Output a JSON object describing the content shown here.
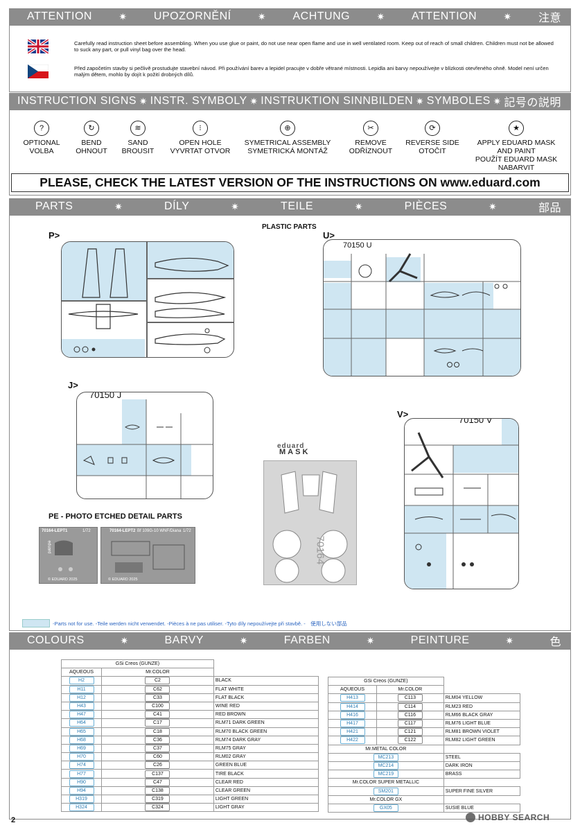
{
  "attention_bar": [
    "ATTENTION",
    "UPOZORNĚNÍ",
    "ACHTUNG",
    "ATTENTION",
    "注意"
  ],
  "warnings": {
    "en": "Carefully read instruction sheet before assembling. When you use glue or paint, do not use near open flame and use in well ventilated room. Keep out of reach of small children. Children must not be allowed to suck any part, or pull vinyl bag over the head.",
    "cz": "Před započetím stavby si pečlivě prostudujte stavební návod. Při používání barev a lepidel pracujte v dobře větrané místnosti. Lepidla ani barvy nepoužívejte v blízkosti otevřeného ohně. Model není určen malým dětem, mohlo by dojít k požití drobných dílů."
  },
  "signs_bar": [
    "INSTRUCTION SIGNS",
    "INSTR. SYMBOLY",
    "INSTRUKTION SINNBILDEN",
    "SYMBOLES",
    "記号の説明"
  ],
  "signs": [
    {
      "l1": "OPTIONAL",
      "l2": "VOLBA",
      "l3": "",
      "l4": "",
      "glyph": "?"
    },
    {
      "l1": "BEND",
      "l2": "OHNOUT",
      "l3": "",
      "l4": "",
      "glyph": "↻"
    },
    {
      "l1": "SAND",
      "l2": "BROUSIT",
      "l3": "",
      "l4": "",
      "glyph": "≋"
    },
    {
      "l1": "OPEN HOLE",
      "l2": "VYVRTAT OTVOR",
      "l3": "",
      "l4": "",
      "glyph": "⁝"
    },
    {
      "l1": "SYMETRICAL ASSEMBLY",
      "l2": "SYMETRICKÁ MONTÁŽ",
      "l3": "",
      "l4": "",
      "glyph": "⊕"
    },
    {
      "l1": "REMOVE",
      "l2": "ODŘÍZNOUT",
      "l3": "",
      "l4": "",
      "glyph": "✂"
    },
    {
      "l1": "REVERSE SIDE",
      "l2": "OTOČIT",
      "l3": "",
      "l4": "",
      "glyph": "⟳"
    },
    {
      "l1": "APPLY EDUARD MASK",
      "l2": "AND PAINT",
      "l3": "POUŽÍT EDUARD MASK",
      "l4": "NABARVIT",
      "glyph": "★"
    }
  ],
  "check_notice": "PLEASE, CHECK THE LATEST VERSION OF THE INSTRUCTIONS ON www.eduard.com",
  "parts_bar": [
    "PARTS",
    "DÍLY",
    "TEILE",
    "PIÈCES",
    "部品"
  ],
  "parts": {
    "plastic_title": "PLASTIC PARTS",
    "p_label": "P>",
    "u_label": "U>",
    "u_code": "70150 U",
    "j_label": "J>",
    "j_code": "70150 J",
    "v_label": "V>",
    "v_code": "70150 V",
    "pe_title": "PE - PHOTO ETCHED DETAIL PARTS",
    "pe1_code": "70164-LEPT1",
    "pe1_scale": "1/72",
    "pe1_copy": "© EDUARD 2025",
    "pe1_brand": "eduard",
    "pe2_code": "70164-LEPT2",
    "pe2_name": "Bf 109G-10 WNF/Diana",
    "pe2_scale": "1/72",
    "pe2_copy": "© EDUARD 2025",
    "mask_brand": "eduard",
    "mask_word": "MASK",
    "mask_code": "70164",
    "legend": "-Parts not for use. -Teile werden nicht verwendet. -Pièces à ne pas utiliser. -Tyto díly nepoužívejte při stavbě. -　使用しない部品"
  },
  "colours_bar": [
    "COLOURS",
    "BARVY",
    "FARBEN",
    "PEINTURE",
    "色"
  ],
  "table1": {
    "title": "GSi Creos (GUNZE)",
    "h_aq": "AQUEOUS",
    "h_mr": "Mr.COLOR",
    "rows": [
      {
        "aq": "H2",
        "mr": "C2",
        "name": "BLACK"
      },
      {
        "aq": "H11",
        "mr": "C62",
        "name": "FLAT WHITE"
      },
      {
        "aq": "H12",
        "mr": "C33",
        "name": "FLAT BLACK"
      },
      {
        "aq": "H43",
        "mr": "C100",
        "name": "WINE RED"
      },
      {
        "aq": "H47",
        "mr": "C41",
        "name": "RED BROWN"
      },
      {
        "aq": "H64",
        "mr": "C17",
        "name": "RLM71 DARK GREEN"
      },
      {
        "aq": "H65",
        "mr": "C18",
        "name": "RLM70 BLACK GREEN"
      },
      {
        "aq": "H68",
        "mr": "C36",
        "name": "RLM74 DARK GRAY"
      },
      {
        "aq": "H69",
        "mr": "C37",
        "name": "RLM75  GRAY"
      },
      {
        "aq": "H70",
        "mr": "C60",
        "name": "RLM02 GRAY"
      },
      {
        "aq": "H74",
        "mr": "C26",
        "name": "GREEN BLUE"
      },
      {
        "aq": "H77",
        "mr": "C137",
        "name": "TIRE BLACK"
      },
      {
        "aq": "H90",
        "mr": "C47",
        "name": "CLEAR RED"
      },
      {
        "aq": "H94",
        "mr": "C138",
        "name": "CLEAR GREEN"
      },
      {
        "aq": "H319",
        "mr": "C319",
        "name": "LIGHT GREEN"
      },
      {
        "aq": "H324",
        "mr": "C324",
        "name": "LIGHT GRAY"
      }
    ]
  },
  "table2": {
    "title": "GSi Creos (GUNZE)",
    "h_aq": "AQUEOUS",
    "h_mr": "Mr.COLOR",
    "rows": [
      {
        "aq": "H413",
        "mr": "C113",
        "name": "RLM04 YELLOW"
      },
      {
        "aq": "H414",
        "mr": "C114",
        "name": "RLM23 RED"
      },
      {
        "aq": "H416",
        "mr": "C116",
        "name": "RLM66 BLACK GRAY"
      },
      {
        "aq": "H417",
        "mr": "C117",
        "name": "RLM76 LIGHT BLUE"
      },
      {
        "aq": "H421",
        "mr": "C121",
        "name": "RLM81 BROWN VIOLET"
      },
      {
        "aq": "H422",
        "mr": "C122",
        "name": "RLM82 LIGHT GREEN"
      }
    ],
    "metal_title": "Mr.METAL COLOR",
    "metal": [
      {
        "code": "MC213",
        "name": "STEEL"
      },
      {
        "code": "MC214",
        "name": "DARK IRON"
      },
      {
        "code": "MC219",
        "name": "BRASS"
      }
    ],
    "super_title": "Mr.COLOR SUPER METALLIC",
    "super": [
      {
        "code": "SM201",
        "name": "SUPER FINE SILVER"
      }
    ],
    "gx_title": "Mr.COLOR GX",
    "gx": [
      {
        "code": "GX05",
        "name": "SUSIE BLUE"
      }
    ]
  },
  "page_number": "2",
  "watermark": "HOBBY SEARCH"
}
